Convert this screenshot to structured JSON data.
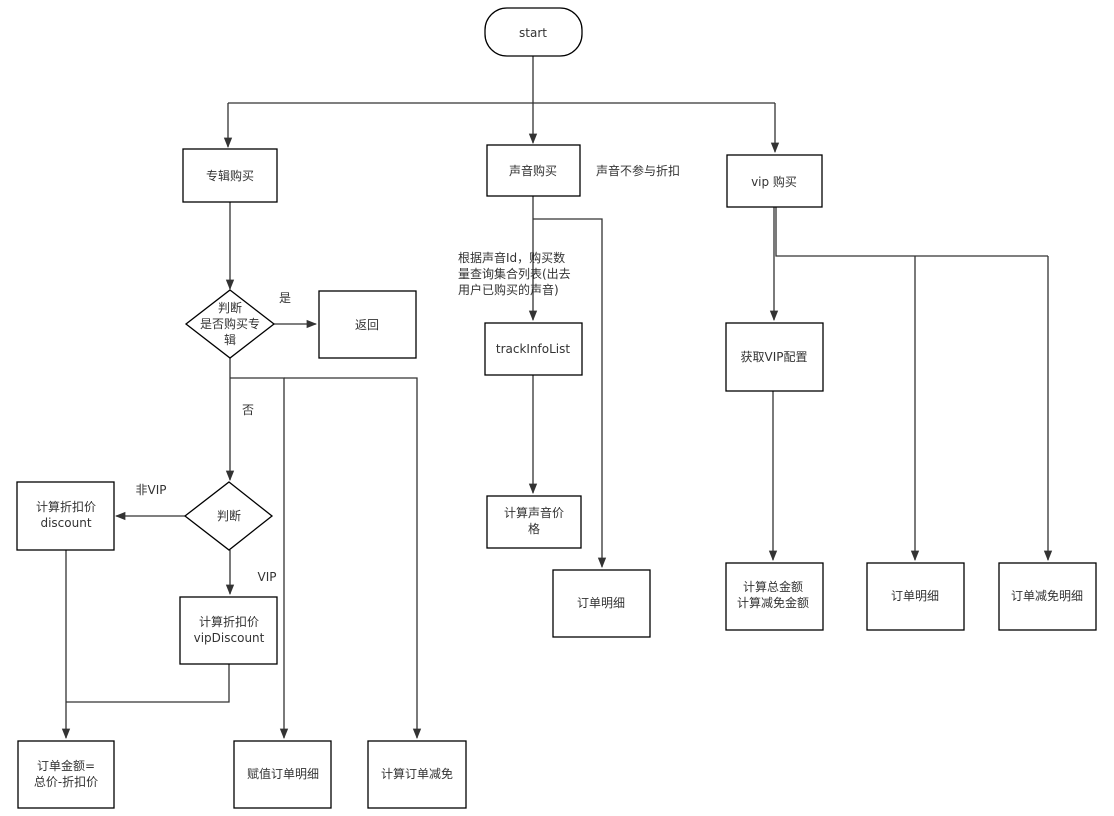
{
  "diagram": {
    "nodes": {
      "start": "start",
      "album_purchase": "专辑购买",
      "sound_purchase": "声音购买",
      "vip_purchase": "vip 购买",
      "decision_purchased_l1": "判断",
      "decision_purchased_l2": "是否购买专",
      "decision_purchased_l3": "辑",
      "return": "返回",
      "decision_vip": "判断",
      "calc_discount_l1": "计算折扣价",
      "calc_discount_l2": "discount",
      "calc_vip_discount_l1": "计算折扣价",
      "calc_vip_discount_l2": "vipDiscount",
      "order_amount_l1": "订单金额=",
      "order_amount_l2": "总价-折扣价",
      "assign_order_detail": "赋值订单明细",
      "calc_order_reduction": "计算订单减免",
      "track_info_list": "trackInfoList",
      "calc_sound_price_l1": "计算声音价",
      "calc_sound_price_l2": "格",
      "sound_order_detail": "订单明细",
      "get_vip_config": "获取VIP配置",
      "calc_total_l1": "计算总金额",
      "calc_total_l2": "计算减免金额",
      "vip_order_detail": "订单明细",
      "vip_reduction_detail": "订单减免明细"
    },
    "labels": {
      "yes": "是",
      "no": "否",
      "non_vip": "非VIP",
      "vip": "VIP",
      "sound_no_discount": "声音不参与折扣",
      "query_note_l1": "根据声音Id，购买数",
      "query_note_l2": "量查询集合列表(出去",
      "query_note_l3": "用户已购买的声音)"
    }
  }
}
